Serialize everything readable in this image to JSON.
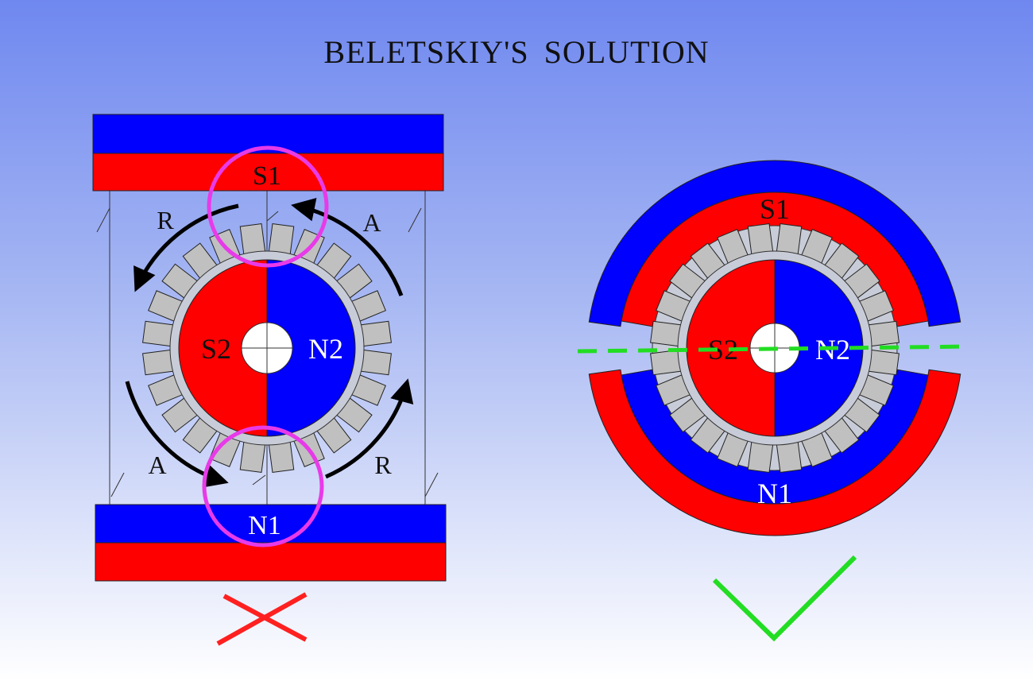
{
  "title": "BELETSKIY'S  SOLUTION",
  "left_diagram": {
    "top_magnet_label": "S1",
    "bottom_magnet_label": "N1",
    "rotor_left_label": "S2",
    "rotor_right_label": "N2",
    "arrow_labels": [
      "R",
      "A",
      "A",
      "R"
    ],
    "verdict": "rejected"
  },
  "right_diagram": {
    "outer_top_label": "S1",
    "outer_bottom_label": "N1",
    "rotor_left_label": "S2",
    "rotor_right_label": "N2",
    "verdict": "accepted"
  },
  "colors": {
    "north_blue": "#0000ff",
    "south_red": "#ff0000",
    "tooth_gray": "#c0c0c0",
    "highlight_magenta": "#e83ae8",
    "dashed_green": "#22dd22",
    "check_green": "#22dd22",
    "cross_red": "#ff2020"
  },
  "icons": {
    "left_verdict": "cross-icon",
    "right_verdict": "check-icon"
  }
}
